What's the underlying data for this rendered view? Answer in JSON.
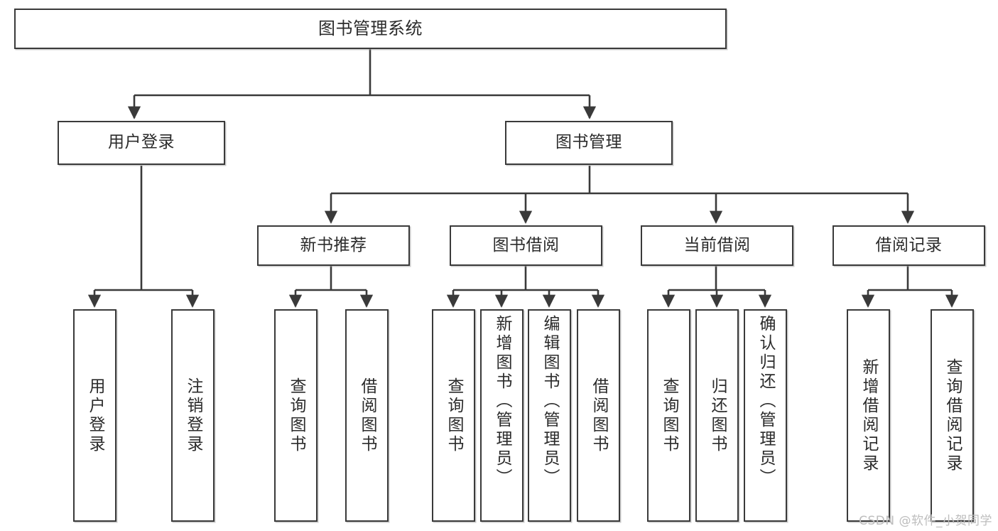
{
  "diagram": {
    "type": "tree",
    "title": "图书管理系统",
    "root": {
      "label": "图书管理系统"
    },
    "level2": [
      {
        "label": "用户登录"
      },
      {
        "label": "图书管理"
      }
    ],
    "level3": [
      {
        "label": "新书推荐"
      },
      {
        "label": "图书借阅"
      },
      {
        "label": "当前借阅"
      },
      {
        "label": "借阅记录"
      }
    ],
    "leaves": {
      "user_login": [
        {
          "label": "用户登录"
        },
        {
          "label": "注销登录"
        }
      ],
      "new_book_recommend": [
        {
          "label": "查询图书"
        },
        {
          "label": "借阅图书"
        }
      ],
      "book_borrow": [
        {
          "label": "查询图书"
        },
        {
          "label": "新增图书（管理员）"
        },
        {
          "label": "编辑图书（管理员）"
        },
        {
          "label": "借阅图书"
        }
      ],
      "current_borrow": [
        {
          "label": "查询图书"
        },
        {
          "label": "归还图书"
        },
        {
          "label": "确认归还（管理员）"
        }
      ],
      "borrow_record": [
        {
          "label": "新增借阅记录"
        },
        {
          "label": "查询借阅记录"
        }
      ]
    },
    "colors": {
      "box_border": "#3a3a3a",
      "box_fill": "#ffffff",
      "connector": "#3a3a3a",
      "text": "#2b2b2b",
      "watermark": "#bdbdbd"
    }
  },
  "watermark": {
    "text": "CSDN @软件_小贺同学"
  }
}
